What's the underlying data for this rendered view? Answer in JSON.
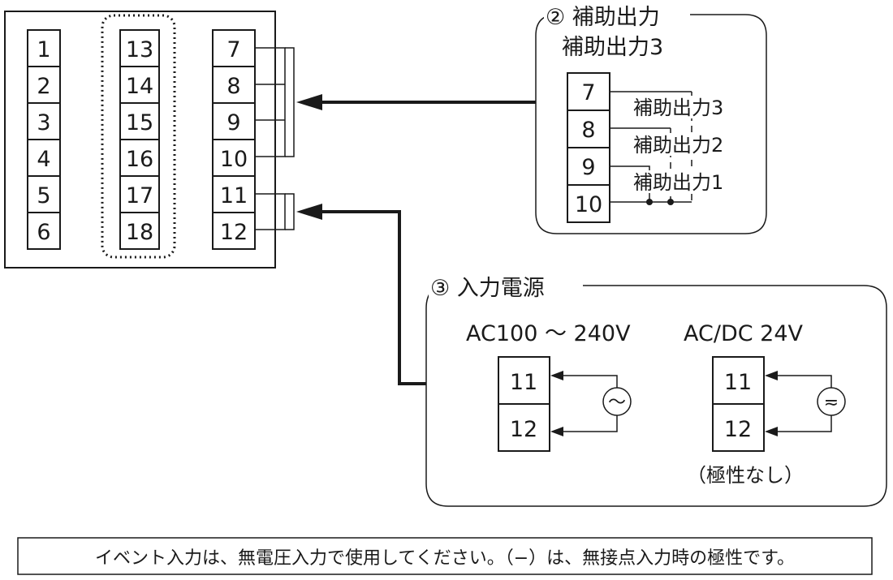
{
  "terminal_block": {
    "left_column": [
      "1",
      "2",
      "3",
      "4",
      "5",
      "6"
    ],
    "middle_column": [
      "13",
      "14",
      "15",
      "16",
      "17",
      "18"
    ],
    "right_column": [
      "7",
      "8",
      "9",
      "10",
      "11",
      "12"
    ]
  },
  "aux_output": {
    "heading": "② 補助出力",
    "subheading": "補助出力3",
    "terminals": [
      "7",
      "8",
      "9",
      "10"
    ],
    "labels": [
      "補助出力3",
      "補助出力2",
      "補助出力1"
    ]
  },
  "power_input": {
    "heading": "③ 入力電源",
    "ac_label": "AC100 ～ 240V",
    "acdc_label": "AC/DC 24V",
    "ac_terminals": [
      "11",
      "12"
    ],
    "acdc_terminals": [
      "11",
      "12"
    ],
    "ac_symbol": "～",
    "acdc_symbol": "≂",
    "polarity_note": "（極性なし）"
  },
  "note": "イベント入力は、無電圧入力で使用してください。（−）は、無接点入力時の極性です。"
}
